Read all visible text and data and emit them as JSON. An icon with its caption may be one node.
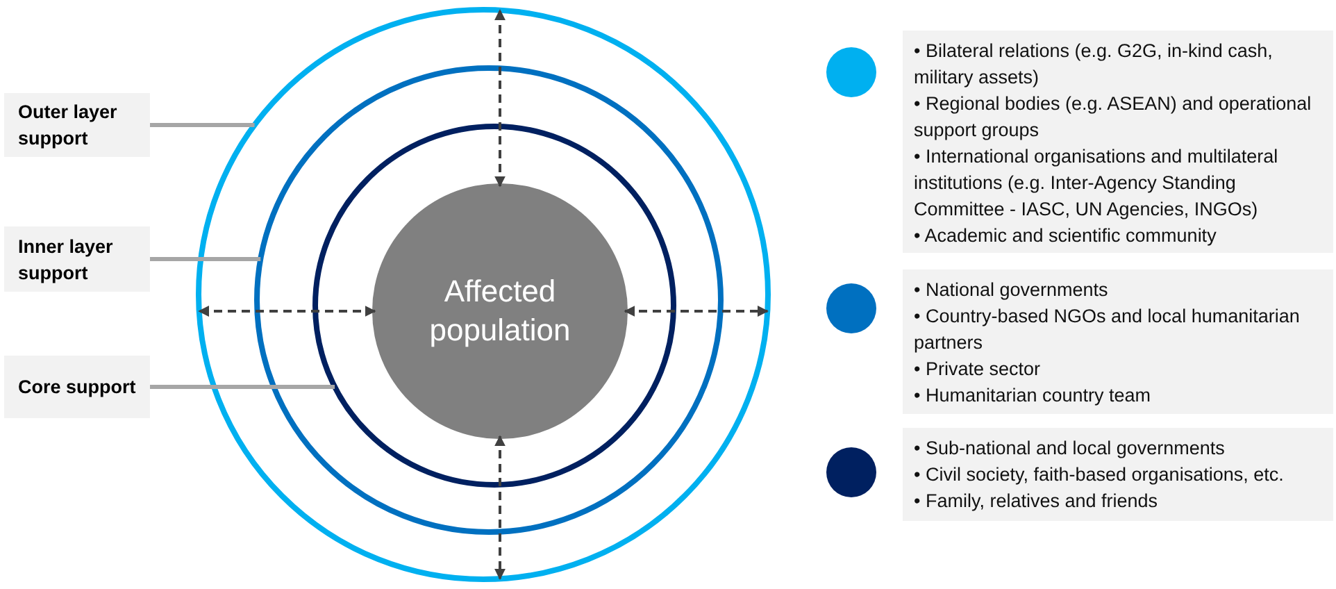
{
  "diagram": {
    "nodes": [
      {
        "text": [],
        "shape": "circle"
      },
      {
        "text": [],
        "shape": "circle",
        "in": 0
      },
      {
        "text": [],
        "shape": "circle",
        "in": 1
      },
      {
        "text": [
          "Affected population"
        ],
        "in": 2
      },
      {
        "text": [
          "Outer layer support"
        ]
      },
      {
        "text": [
          "Inner layer support"
        ]
      },
      {
        "text": [
          "Core support"
        ]
      },
      {
        "text": [],
        "shape": "circle"
      },
      {
        "text": [
          "• Bilateral relations (e.g. G2G, in-kind cash, military assets)",
          "• Regional bodies (e.g. ASEAN) and operational support groups",
          "• International organisations and multilateral institutions (e.g. Inter-Agency Standing Committee - IASC, UN Agencies, INGOs)",
          "• Academic and scientific community"
        ]
      },
      {
        "text": [],
        "shape": "circle"
      },
      {
        "text": [
          "• National governments",
          "• Country-based NGOs and local humanitarian partners",
          "• Private sector",
          "• Humanitarian country team"
        ]
      },
      {
        "text": [],
        "shape": "circle"
      },
      {
        "text": [
          "• Sub-national and local governments",
          "• Civil society, faith-based organisations, etc.",
          "• Family, relatives and friends"
        ]
      }
    ],
    "edges": [
      {
        "from": 4,
        "to": 0,
        "arrow": "none",
        "color": "#a6a6a6"
      },
      {
        "from": 5,
        "to": 1,
        "arrow": "none",
        "color": "#a6a6a6"
      },
      {
        "from": 6,
        "to": 2,
        "arrow": "none",
        "color": "#a6a6a6"
      },
      {
        "from": 3,
        "to": 0,
        "arrow": "both",
        "style": "dashed"
      },
      {
        "from": 3,
        "to": 0,
        "arrow": "both",
        "style": "dashed"
      },
      {
        "from": 3,
        "to": 0,
        "arrow": "both",
        "style": "dashed"
      },
      {
        "from": 3,
        "to": 0,
        "arrow": "both",
        "style": "dashed"
      }
    ]
  }
}
